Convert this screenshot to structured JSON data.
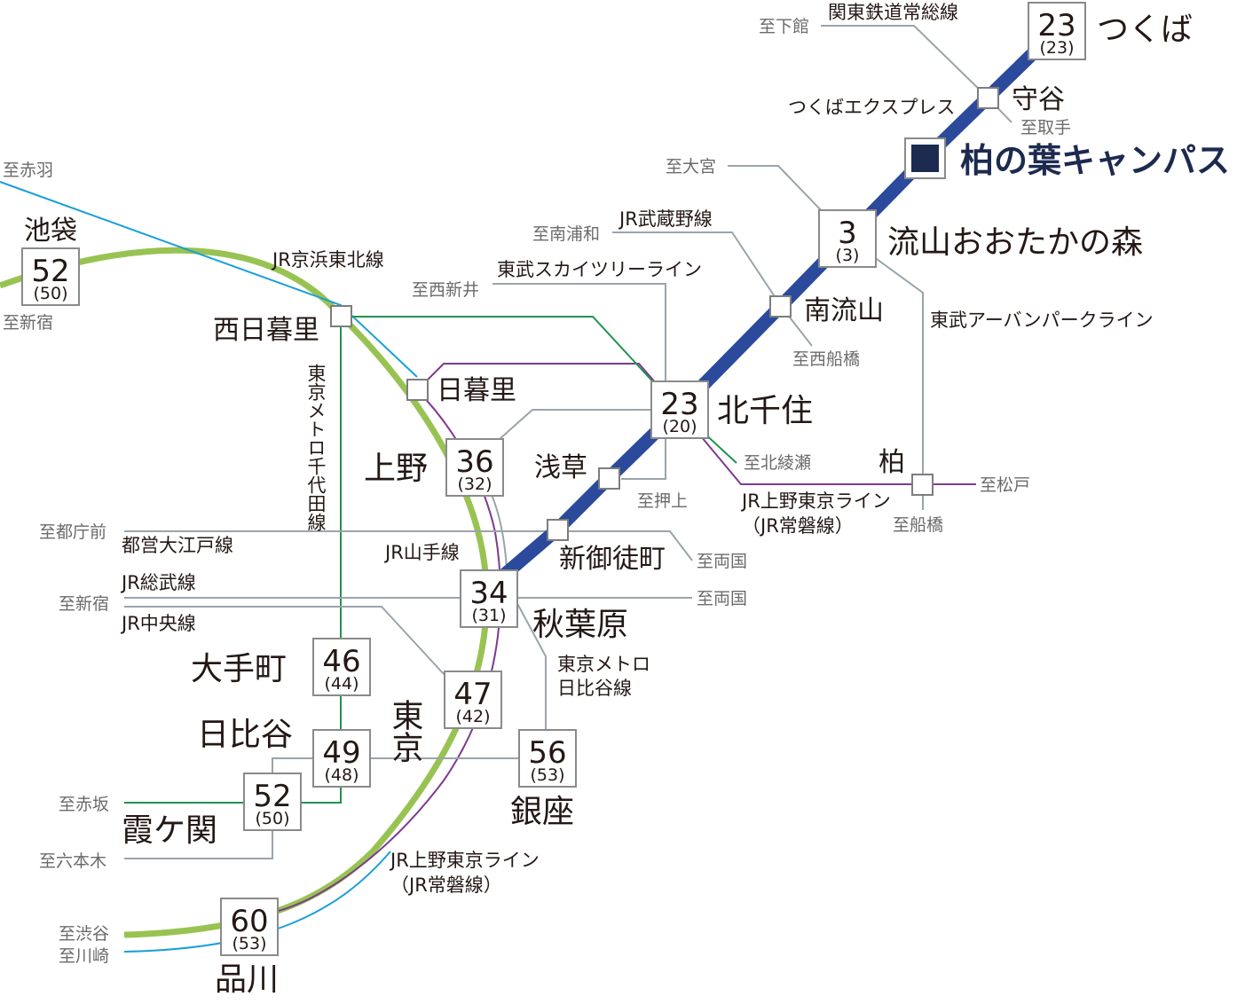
{
  "colors": {
    "tx": "#2b4a9c",
    "yamanote": "#98c352",
    "keihin": "#1aa0d6",
    "ueno_tokyo": "#7e3a8e",
    "chiyoda": "#20934f",
    "gray": "#9aa4ab",
    "home_square": "#1d2a4f"
  },
  "home": {
    "name": "柏の葉キャンパス",
    "icon": "filled-square-icon"
  },
  "stations": {
    "tsukuba": {
      "name": "つくば",
      "time": "23",
      "time_sub": "(23)"
    },
    "moriya": {
      "name": "守谷"
    },
    "nagareyama": {
      "name": "流山おおたかの森",
      "time": "3",
      "time_sub": "(3)"
    },
    "minaminagareyama": {
      "name": "南流山"
    },
    "kitasenju": {
      "name": "北千住",
      "time": "23",
      "time_sub": "(20)"
    },
    "kashiwa": {
      "name": "柏"
    },
    "asakusa": {
      "name": "浅草"
    },
    "shinokachimachi": {
      "name": "新御徒町"
    },
    "akihabara": {
      "name": "秋葉原",
      "time": "34",
      "time_sub": "(31)"
    },
    "ueno": {
      "name": "上野",
      "time": "36",
      "time_sub": "(32)"
    },
    "nippori": {
      "name": "日暮里"
    },
    "nishinippori": {
      "name": "西日暮里"
    },
    "ikebukuro": {
      "name": "池袋",
      "time": "52",
      "time_sub": "(50)"
    },
    "otemachi": {
      "name": "大手町",
      "time": "46",
      "time_sub": "(44)"
    },
    "tokyo": {
      "name": "東京",
      "time": "47",
      "time_sub": "(42)"
    },
    "hibiya": {
      "name": "日比谷",
      "time": "49",
      "time_sub": "(48)"
    },
    "ginza": {
      "name": "銀座",
      "time": "56",
      "time_sub": "(53)"
    },
    "kasumigaseki": {
      "name": "霞ケ関",
      "time": "52",
      "time_sub": "(50)"
    },
    "shinagawa": {
      "name": "品川",
      "time": "60",
      "time_sub": "(53)"
    }
  },
  "lines": {
    "kanto_joso": "関東鉄道常総線",
    "tx": "つくばエクスプレス",
    "jr_musashino": "JR武蔵野線",
    "tobu_skytree": "東武スカイツリーライン",
    "tobu_urbanpark": "東武アーバンパークライン",
    "jr_keihin": "JR京浜東北線",
    "metro_chiyoda": "東京メトロ千代田線",
    "jr_uenotokyo_1": "JR上野東京ライン",
    "jr_uenotokyo_2": "（JR常磐線）",
    "oedo": "都営大江戸線",
    "jr_yamanote": "JR山手線",
    "jr_sobu": "JR総武線",
    "jr_chuo": "JR中央線",
    "metro_hibiya_1": "東京メトロ",
    "metro_hibiya_2": "日比谷線",
    "jr_uenotokyo_s1": "JR上野東京ライン",
    "jr_uenotokyo_s2": "（JR常磐線）"
  },
  "destinations": {
    "shimodate": "至下館",
    "toride": "至取手",
    "omiya": "至大宮",
    "minamiurawa": "至南浦和",
    "nishiarai": "至西新井",
    "nishifunabashi": "至西船橋",
    "kitaayase": "至北綾瀬",
    "oshiage": "至押上",
    "matsudo": "至松戸",
    "funabashi": "至船橋",
    "akabane": "至赤羽",
    "shinjuku_ikebukuro": "至新宿",
    "tochomae": "至都庁前",
    "ryogoku1": "至両国",
    "ryogoku2": "至両国",
    "shinjuku_sobu": "至新宿",
    "akasaka": "至赤坂",
    "roppongi": "至六本木",
    "shibuya": "至渋谷",
    "kawasaki": "至川崎"
  }
}
